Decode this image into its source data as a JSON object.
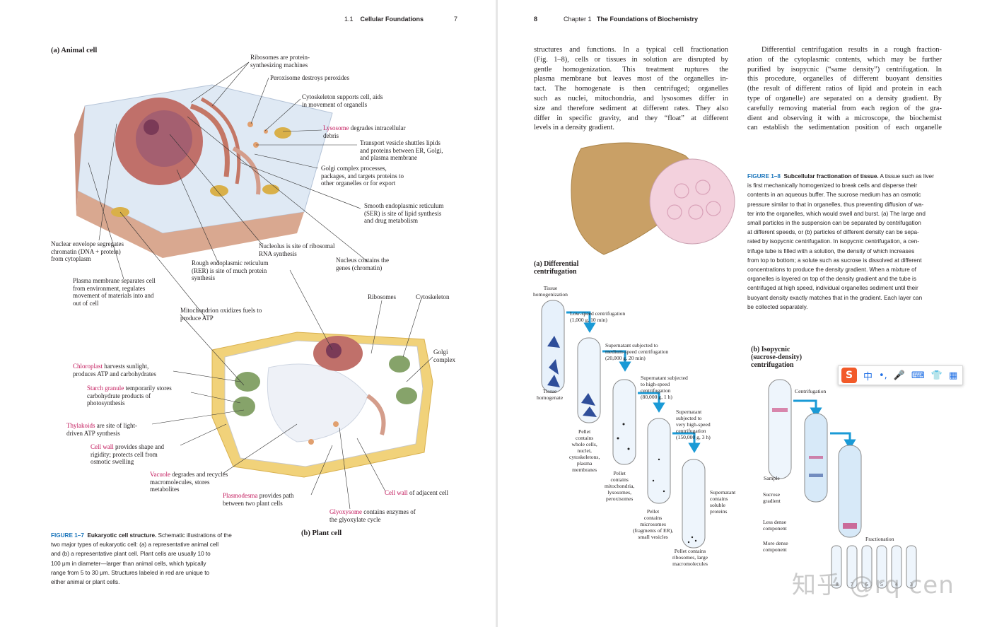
{
  "left_header": {
    "section": "1.1",
    "title": "Cellular Foundations",
    "page": "7"
  },
  "right_header": {
    "page": "8",
    "chapter": "Chapter 1",
    "title": "The Foundations of Biochemistry"
  },
  "figure_1_7": {
    "animal_title": "(a) Animal cell",
    "plant_title": "(b) Plant cell",
    "animal_labels": {
      "ribosomes": "Ribosomes are protein-\nsynthesizing machines",
      "peroxisome": "Peroxisome destroys peroxides",
      "cytoskeleton": "Cytoskeleton supports cell, aids\nin movement of organells",
      "lysosome_red": "Lysosome",
      "lysosome_rest": " degrades intracellular\ndebris",
      "transport": "Transport vesicle shuttles lipids\nand proteins between ER, Golgi,\nand plasma membrane",
      "golgi": "Golgi complex processes,\npackages, and targets proteins to\nother organelles or for export",
      "ser": "Smooth endoplasmic reticulum\n(SER) is site of lipid synthesis\nand drug metabolism",
      "nuclear_envelope": "Nuclear envelope segregates\nchromatin (DNA + protein)\nfrom cytoplasm",
      "nucleolus": "Nucleolus is site of ribosomal\nRNA synthesis",
      "rer": "Rough endoplasmic reticulum\n(RER) is site of much protein\nsynthesis",
      "nucleus": "Nucleus contains the\ngenes (chromatin)",
      "plasma_membrane": "Plasma membrane separates cell\nfrom environment, regulates\nmovement of materials into and\nout of cell"
    },
    "plant_labels": {
      "mitochondrion": "Mitochondrion oxidizes fuels to\nproduce ATP",
      "ribosomes": "Ribosomes",
      "cytoskeleton": "Cytoskeleton",
      "golgi": "Golgi\ncomplex",
      "chloroplast_red": "Chloroplast",
      "chloroplast_rest": " harvests sunlight,\nproduces ATP and carbohydrates",
      "starch_red": "Starch granule",
      "starch_rest": " temporarily stores\ncarbohydrate products of\nphotosynthesis",
      "thylakoids_red": "Thylakoids",
      "thylakoids_rest": " are site of light-\ndriven ATP synthesis",
      "cellwall_red": "Cell wall",
      "cellwall_rest": " provides shape and\nrigidity; protects cell from\nosmotic swelling",
      "vacuole_red": "Vacuole",
      "vacuole_rest": " degrades and recycles\nmacromolecules, stores\nmetabolites",
      "plasmodesma_red": "Plasmodesma",
      "plasmodesma_rest": " provides path\nbetween two plant cells",
      "cellwall_adj_red": "Cell wall",
      "cellwall_adj_rest": " of adjacent cell",
      "glyoxysome_red": "Glyoxysome",
      "glyoxysome_rest": " contains enzymes of\nthe glyoxylate cycle"
    },
    "caption": {
      "label": "FIGURE 1–7",
      "title": "Eukaryotic cell structure.",
      "lines": [
        " Schematic illustrations of the",
        "two major types of eukaryotic cell: (a) a representative animal cell",
        "and (b) a representative plant cell. Plant cells are usually 10 to",
        "100 μm in diameter—larger than animal cells, which typically",
        "range from 5 to 30 μm. Structures labeled in red are unique to",
        "either animal or plant cells."
      ]
    }
  },
  "right_col1_lines": [
    "structures and functions. In a typical cell fractionation",
    "(Fig. 1–8), cells or tissues in solution are disrupted by",
    "gentle homogenization. This treatment ruptures the",
    "plasma membrane but leaves most of the organelles in-",
    "tact. The homogenate is then centrifuged; organelles",
    "such as nuclei, mitochondria, and lysosomes differ in",
    "size and therefore sediment at different rates. They also",
    "differ in specific gravity, and they “float” at different",
    "levels in a density gradient."
  ],
  "right_col2_lines": [
    "Differential centrifugation results in a rough fraction-",
    "ation of the cytoplasmic contents, which may be further",
    "purified by isopycnic (“same density”) centrifugation. In",
    "this procedure, organelles of different buoyant densities",
    "(the result of different ratios of lipid and protein in each",
    "type of organelle) are separated on a density gradient. By",
    "carefully removing material from each region of the gra-",
    "dient and observing it with a microscope, the biochemist",
    "can establish the sedimentation position of each organelle"
  ],
  "figure_1_8": {
    "caption_label": "FIGURE 1–8",
    "caption_title": "Subcellular fractionation of tissue.",
    "caption_lines": [
      " A tissue such as liver",
      "is first mechanically homogenized to break cells and disperse their",
      "contents in an aqueous buffer. The sucrose medium has an osmotic",
      "pressure similar to that in organelles, thus preventing diffusion of wa-",
      "ter into the organelles, which would swell and burst. (a) The large and",
      "small particles in the suspension can be separated by centrifugation",
      "at different speeds, or (b) particles of different density can be sepa-",
      "rated by isopycnic centrifugation. In isopycnic centrifugation, a cen-",
      "trifuge tube is filled with a solution, the density of which increases",
      "from top to bottom; a solute such as sucrose is dissolved at different",
      "concentrations to produce the density gradient. When a mixture of",
      "organelles is layered on top of the density gradient and the tube is",
      "centrifuged at high speed, individual organelles sediment until their",
      "buoyant density exactly matches that in the gradient. Each layer can",
      "be collected separately."
    ],
    "part_a_title": "(a) Differential\n     centrifugation",
    "part_b_title": "(b) Isopycnic\n     (sucrose-density)\n     centrifugation",
    "a_labels": {
      "tissue_homog": "Tissue\nhomogenization",
      "tissue_homogenate": "Tissue\nhomogenate",
      "low_speed": "Low-speed centrifugation\n(1,000 g, 10 min)",
      "medium_speed": "Supernatant subjected to\nmedium-speed centrifugation\n(20,000 g, 20 min)",
      "high_speed": "Supernatant subjected\nto high-speed\ncentrifugation\n(80,000 g, 1 h)",
      "very_high": "Supernatant\nsubjected to\nvery high-speed\ncentrifugation\n(150,000 g, 3 h)",
      "pellet1": "Pellet\ncontains\nwhole cells,\nnuclei,\ncytoskeletons,\nplasma\nmembranes",
      "pellet2": "Pellet\ncontains\nmitochondria,\nlysosomes,\nperoxisomes",
      "pellet3": "Pellet\ncontains\nmicrosomes\n(fragments of ER),\nsmall vesicles",
      "pellet4": "Pellet contains\nribosomes, large\nmacromolecules",
      "soluble": "Supernatant\ncontains\nsoluble\nproteins"
    },
    "b_labels": {
      "centrifugation": "Centrifugation",
      "sample": "Sample",
      "gradient": "Sucrose\ngradient",
      "less_dense": "Less dense\ncomponent",
      "more_dense": "More dense\ncomponent",
      "fractionation": "Fractionation",
      "fraction_numbers": [
        "8",
        "7",
        "6",
        "5",
        "4",
        "3"
      ]
    }
  },
  "ime_toolbar": {
    "logo": "S",
    "items": [
      "中",
      "•,",
      "🎤",
      "⌨",
      "👕",
      "▦"
    ]
  },
  "watermark": "知乎 @rq cen"
}
